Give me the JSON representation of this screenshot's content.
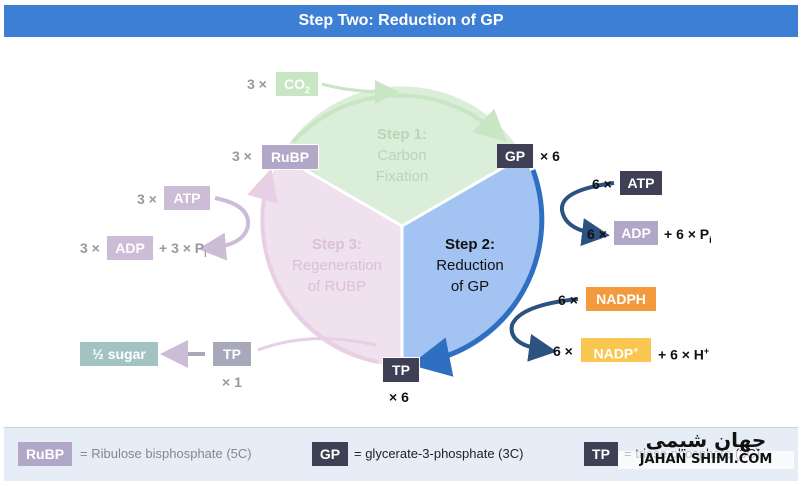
{
  "title": "Step Two:  Reduction of GP",
  "steps": {
    "step1": {
      "heading": "Step 1:",
      "line1": "Carbon",
      "line2": "Fixation"
    },
    "step2": {
      "heading": "Step 2:",
      "line1": "Reduction",
      "line2": "of GP"
    },
    "step3": {
      "heading": "Step 3:",
      "line1": "Regeneration",
      "line2": "of RUBP"
    }
  },
  "molecules": {
    "co2": {
      "label": "CO",
      "sub": "2",
      "mult": "3 ×"
    },
    "rubp": {
      "label": "RuBP",
      "mult": "3 ×"
    },
    "gp": {
      "label": "GP",
      "mult": "× 6"
    },
    "atp_right": {
      "label": "ATP",
      "mult": "6 ×"
    },
    "adp_right": {
      "label": "ADP",
      "mult": "6 ×",
      "extra": "+ 6 × P",
      "extra_sub": "i"
    },
    "nadph": {
      "label": "NADPH",
      "mult": "6 ×"
    },
    "nadp": {
      "label": "NADP",
      "sup": "+",
      "mult": "6 ×",
      "extra": "+ 6 × H",
      "extra_sup": "+"
    },
    "tp": {
      "label": "TP",
      "mult": "× 6"
    },
    "atp_left": {
      "label": "ATP",
      "mult": "3 ×"
    },
    "adp_left": {
      "label": "ADP",
      "mult": "3 ×",
      "extra": "+ 3 × P",
      "extra_sub": "i"
    },
    "tp_left": {
      "label": "TP",
      "mult": "× 1"
    },
    "sugar": {
      "label": "½ sugar"
    }
  },
  "legend": {
    "rubp": {
      "label": "RuBP",
      "text": "= Ribulose bisphosphate (5C)"
    },
    "gp": {
      "label": "GP",
      "text": "= glycerate-3-phosphate (3C)"
    },
    "tp": {
      "label": "TP",
      "text": "= triose phosphate (3C)"
    }
  },
  "watermark": {
    "line1": "جهان شیمی",
    "line2": "JAHAN SHIMI.COM"
  },
  "colors": {
    "header": "#3d7fd4",
    "step1_fill": "#dbeed9",
    "step2_fill": "#a3c4f2",
    "step3_fill": "#f0e1ee",
    "dark_box": "#3f3f55",
    "lavender": "#b0a8c6",
    "orange": "#f39b3c",
    "yellow": "#f9c650",
    "teal": "#a3c3c3",
    "green_box": "#c8e6c4",
    "arrow_blue": "#2e6fc2",
    "arrow_navy": "#2b5280"
  }
}
